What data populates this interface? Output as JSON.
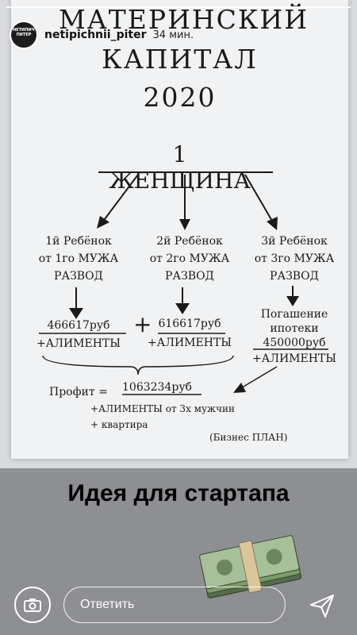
{
  "story": {
    "progress": 1.0,
    "username": "netipichnii_piter",
    "time": "34 мин.",
    "avatar_text": "НЕТИПИЧНЫЙ ПИТЕР"
  },
  "photo": {
    "title_line1": "МАТЕРИНСКИЙ",
    "title_line2": "КАПИТАЛ",
    "title_year": "2020",
    "woman": "1 ЖЕНЩИНА",
    "child1": {
      "l1": "1й Ребёнок",
      "l2": "от 1го МУЖА",
      "l3": "РАЗВОД",
      "sum": "466617руб",
      "extra": "+АЛИМЕНТЫ"
    },
    "plus": "+",
    "child2": {
      "l1": "2й Ребёнок",
      "l2": "от 2го МУЖА",
      "l3": "РАЗВОД",
      "sum": "616617руб",
      "extra": "+АЛИМЕНТЫ"
    },
    "child3": {
      "l1": "3й Ребёнок",
      "l2": "от 3го МУЖА",
      "l3": "РАЗВОД",
      "mort1": "Погашение",
      "mort2": "ипотеки",
      "sum": "450000руб",
      "extra": "+АЛИМЕНТЫ"
    },
    "profit_label": "Профит =",
    "profit_value": "1063234руб",
    "profit_extra1": "+АЛИМЕНТЫ от 3х мужчин",
    "profit_extra2": "+ квартира",
    "plan": "(Бизнес ПЛАН)"
  },
  "caption": "Идея для стартапа",
  "footer": {
    "reply_placeholder": "Ответить"
  }
}
